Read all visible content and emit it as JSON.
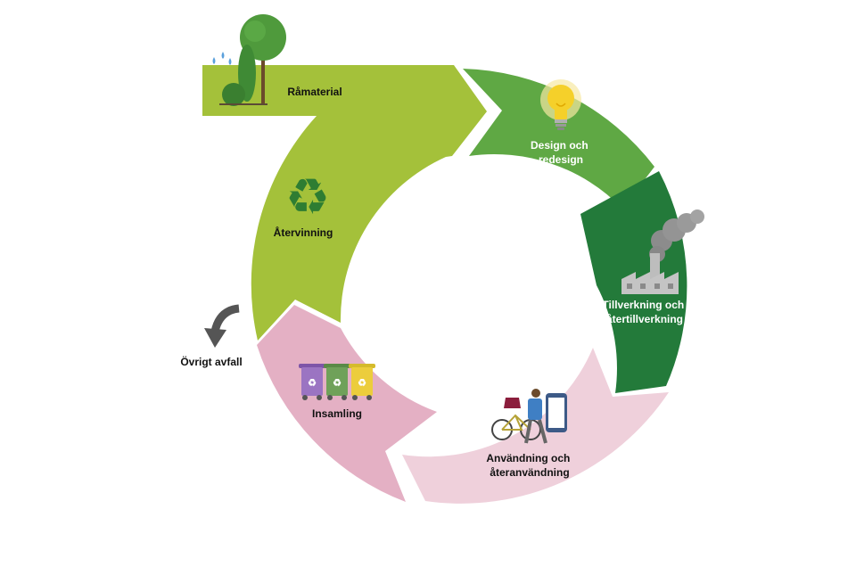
{
  "diagram": {
    "type": "circular-lifecycle",
    "stages": [
      {
        "id": "ramaterial",
        "label": "Råmaterial",
        "color": "#a4c13a",
        "icon": "tree-icon"
      },
      {
        "id": "design",
        "label_lines": [
          "Design och",
          "redesign"
        ],
        "color": "#5fa844",
        "icon": "lightbulb-icon"
      },
      {
        "id": "tillverkning",
        "label_lines": [
          "Tillverkning och",
          "återtillverkning"
        ],
        "color": "#237a3a",
        "icon": "factory-icon"
      },
      {
        "id": "anvandning",
        "label_lines": [
          "Användning och",
          "återanvändning"
        ],
        "color": "#efd0db",
        "icon": "person-bicycle-phone-icon"
      },
      {
        "id": "insamling",
        "label": "Insamling",
        "color": "#e4b0c4",
        "icon": "recycling-bins-icon"
      },
      {
        "id": "atervinning",
        "label": "Återvinning",
        "color": "#a4c13a",
        "icon": "recycle-icon"
      }
    ],
    "exit": {
      "label": "Övrigt avfall",
      "icon": "curved-arrow-down-icon",
      "color": "#555555"
    }
  }
}
